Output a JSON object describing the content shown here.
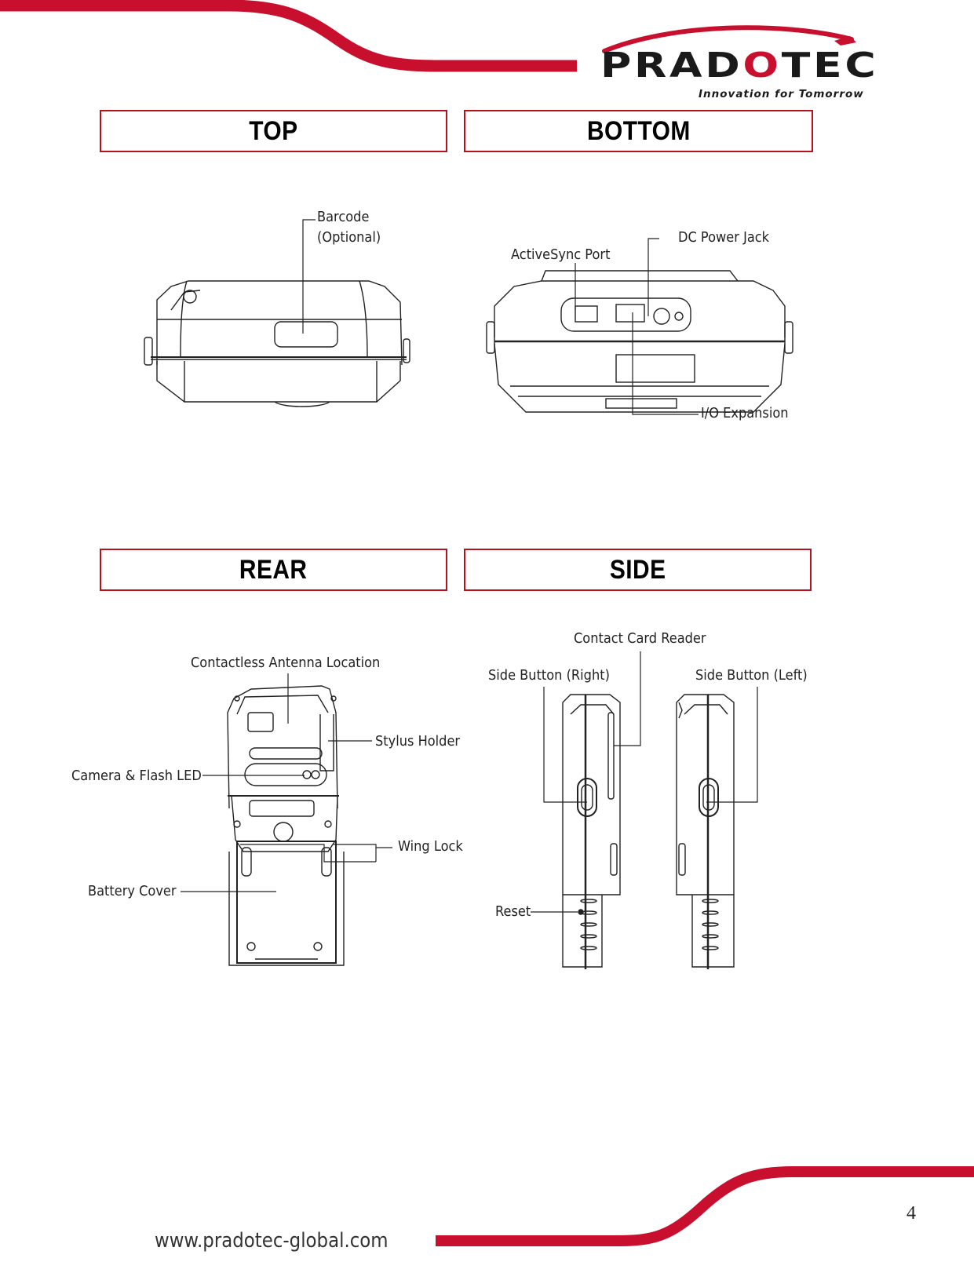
{
  "header": {
    "brand_prefix": "PRAD",
    "brand_accent": "O",
    "brand_suffix": "TEC",
    "tagline": "Innovation for Tomorrow",
    "icon": "pradotec-swoosh-logo"
  },
  "colors": {
    "brand_red": "#c8102e",
    "box_border": "#b5121b",
    "text": "#111111"
  },
  "sections": {
    "top": {
      "title": "TOP",
      "callouts": {
        "barcode": "Barcode",
        "barcode_note": "(Optional)"
      }
    },
    "bottom": {
      "title": "BOTTOM",
      "callouts": {
        "activesync": "ActiveSync Port",
        "dc_power": "DC Power Jack",
        "io_expansion": "I/O Expansion"
      }
    },
    "rear": {
      "title": "REAR",
      "callouts": {
        "antenna": "Contactless Antenna Location",
        "stylus": "Stylus Holder",
        "camera": "Camera & Flash LED",
        "wing_lock": "Wing Lock",
        "battery": "Battery Cover"
      }
    },
    "side": {
      "title": "SIDE",
      "callouts": {
        "card_reader": "Contact Card Reader",
        "side_right": "Side Button (Right)",
        "side_left": "Side Button (Left)",
        "reset": "Reset"
      }
    }
  },
  "footer": {
    "url": "www.pradotec-global.com",
    "page_number": "4"
  }
}
